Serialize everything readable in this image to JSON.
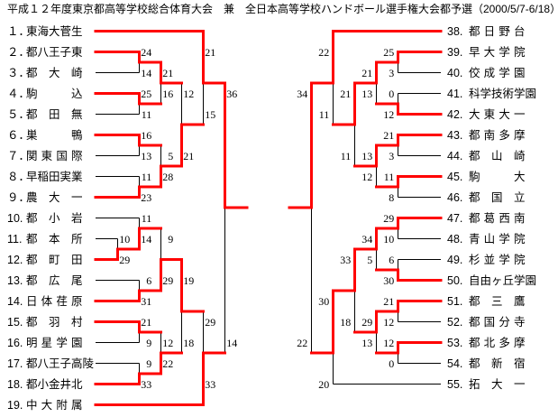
{
  "page": {
    "title": "平成１２年度東京都高等学校総合体育大会　兼　全日本高等学校ハンドボール選手権大会都予選（2000/5/7-6/18）"
  },
  "colors": {
    "background": "#ffffff",
    "text": "#000000",
    "bracket_line": "#000000",
    "winner_line": "#ff0000"
  },
  "left": {
    "teams": [
      {
        "no": 1,
        "label": "１．",
        "name": "東海大菅生"
      },
      {
        "no": 2,
        "label": "２．",
        "name": "都八王子東"
      },
      {
        "no": 3,
        "label": "３．",
        "name": "都大崎"
      },
      {
        "no": 4,
        "label": "４．",
        "name": "駒込"
      },
      {
        "no": 5,
        "label": "５．",
        "name": "都田無"
      },
      {
        "no": 6,
        "label": "６．",
        "name": "巣鴨"
      },
      {
        "no": 7,
        "label": "７．",
        "name": "関東国際"
      },
      {
        "no": 8,
        "label": "８．",
        "name": "早稲田実業"
      },
      {
        "no": 9,
        "label": "９．",
        "name": "農大一"
      },
      {
        "no": 10,
        "label": "10.",
        "name": "都小岩"
      },
      {
        "no": 11,
        "label": "11.",
        "name": "都本所"
      },
      {
        "no": 12,
        "label": "12.",
        "name": "都町田"
      },
      {
        "no": 13,
        "label": "13.",
        "name": "都広尾"
      },
      {
        "no": 14,
        "label": "14.",
        "name": "日体荏原"
      },
      {
        "no": 15,
        "label": "15.",
        "name": "都羽村"
      },
      {
        "no": 16,
        "label": "16.",
        "name": "明星学園"
      },
      {
        "no": 17,
        "label": "17.",
        "name": "都八王子高陵"
      },
      {
        "no": 18,
        "label": "18.",
        "name": "都小金井北"
      },
      {
        "no": 19,
        "label": "19.",
        "name": "中大附属"
      }
    ],
    "matches": [
      {
        "teams": [
          11,
          12
        ],
        "scores": [
          10,
          29
        ],
        "winner": 12
      },
      {
        "teams": [
          2,
          3
        ],
        "scores": [
          24,
          14
        ],
        "winner": 2
      },
      {
        "teams": [
          4,
          5
        ],
        "scores": [
          25,
          11
        ],
        "winner": 4
      },
      {
        "teams": [
          6,
          7
        ],
        "scores": [
          16,
          13
        ],
        "winner": 6
      },
      {
        "teams": [
          8,
          9
        ],
        "scores": [
          11,
          23
        ],
        "winner": 9
      },
      {
        "teams": [
          10,
          12
        ],
        "scores": [
          11,
          14
        ],
        "winner": 12
      },
      {
        "teams": [
          13,
          14
        ],
        "scores": [
          6,
          31
        ],
        "winner": 14
      },
      {
        "teams": [
          15,
          16
        ],
        "scores": [
          21,
          9
        ],
        "winner": 15
      },
      {
        "teams": [
          17,
          18
        ],
        "scores": [
          9,
          33
        ],
        "winner": 18
      },
      {
        "teams": [
          2,
          4
        ],
        "scores": [
          21,
          16
        ],
        "winner": 2
      },
      {
        "teams": [
          6,
          9
        ],
        "scores": [
          5,
          28
        ],
        "winner": 9
      },
      {
        "teams": [
          12,
          14
        ],
        "scores": [
          9,
          29
        ],
        "winner": 14
      },
      {
        "teams": [
          15,
          18
        ],
        "scores": [
          12,
          22
        ],
        "winner": 18
      },
      {
        "teams": [
          2,
          9
        ],
        "scores": [
          12,
          21
        ],
        "winner": 9
      },
      {
        "teams": [
          14,
          18
        ],
        "scores": [
          19,
          18
        ],
        "winner": 14
      },
      {
        "teams": [
          1,
          9
        ],
        "scores": [
          21,
          15
        ],
        "winner": 1
      },
      {
        "teams": [
          14,
          19
        ],
        "scores": [
          29,
          33
        ],
        "winner": 19
      },
      {
        "teams": [
          1,
          19
        ],
        "scores": [
          36,
          14
        ],
        "winner": 1
      }
    ],
    "block_winner": 1
  },
  "right": {
    "teams": [
      {
        "no": 38,
        "label": "38.",
        "name": "都日野台"
      },
      {
        "no": 39,
        "label": "39.",
        "name": "早大学院"
      },
      {
        "no": 40,
        "label": "40.",
        "name": "佼成学園"
      },
      {
        "no": 41,
        "label": "41.",
        "name": "科学技術学園"
      },
      {
        "no": 42,
        "label": "42.",
        "name": "大東大一"
      },
      {
        "no": 43,
        "label": "43.",
        "name": "都南多摩"
      },
      {
        "no": 44,
        "label": "44.",
        "name": "都山崎"
      },
      {
        "no": 45,
        "label": "45.",
        "name": "駒大"
      },
      {
        "no": 46,
        "label": "46.",
        "name": "都国立"
      },
      {
        "no": 47,
        "label": "47.",
        "name": "都葛西南"
      },
      {
        "no": 48,
        "label": "48.",
        "name": "青山学院"
      },
      {
        "no": 49,
        "label": "49.",
        "name": "杉並学院"
      },
      {
        "no": 50,
        "label": "50.",
        "name": "自由ヶ丘学園"
      },
      {
        "no": 51,
        "label": "51.",
        "name": "都三鷹"
      },
      {
        "no": 52,
        "label": "52.",
        "name": "都国分寺"
      },
      {
        "no": 53,
        "label": "53.",
        "name": "都北多摩"
      },
      {
        "no": 54,
        "label": "54.",
        "name": "都新宿"
      },
      {
        "no": 55,
        "label": "55.",
        "name": "拓大一"
      }
    ],
    "matches": [
      {
        "teams": [
          39,
          40
        ],
        "scores": [
          25,
          3
        ],
        "winner": 39
      },
      {
        "teams": [
          41,
          42
        ],
        "scores": [
          0,
          12
        ],
        "winner": 42
      },
      {
        "teams": [
          43,
          44
        ],
        "scores": [
          21,
          3
        ],
        "winner": 43
      },
      {
        "teams": [
          45,
          46
        ],
        "scores": [
          11,
          8
        ],
        "winner": 45
      },
      {
        "teams": [
          47,
          48
        ],
        "scores": [
          29,
          10
        ],
        "winner": 47
      },
      {
        "teams": [
          49,
          50
        ],
        "scores": [
          6,
          30
        ],
        "winner": 50
      },
      {
        "teams": [
          51,
          52
        ],
        "scores": [
          21,
          12
        ],
        "winner": 51
      },
      {
        "teams": [
          53,
          54
        ],
        "scores": [
          12,
          0
        ],
        "winner": 53
      },
      {
        "teams": [
          39,
          42
        ],
        "scores": [
          21,
          13
        ],
        "winner": 39
      },
      {
        "teams": [
          43,
          45
        ],
        "scores": [
          13,
          12
        ],
        "winner": 43
      },
      {
        "teams": [
          47,
          50
        ],
        "scores": [
          34,
          5
        ],
        "winner": 47
      },
      {
        "teams": [
          51,
          53
        ],
        "scores": [
          29,
          13
        ],
        "winner": 51
      },
      {
        "teams": [
          39,
          43
        ],
        "scores": [
          21,
          11
        ],
        "winner": 39
      },
      {
        "teams": [
          47,
          51
        ],
        "scores": [
          33,
          18
        ],
        "winner": 47
      },
      {
        "teams": [
          38,
          39
        ],
        "scores": [
          22,
          11
        ],
        "winner": 38
      },
      {
        "teams": [
          47,
          55
        ],
        "scores": [
          30,
          20
        ],
        "winner": 47
      },
      {
        "teams": [
          38,
          47
        ],
        "scores": [
          34,
          22
        ],
        "winner": 38
      }
    ],
    "block_winner": 38
  }
}
